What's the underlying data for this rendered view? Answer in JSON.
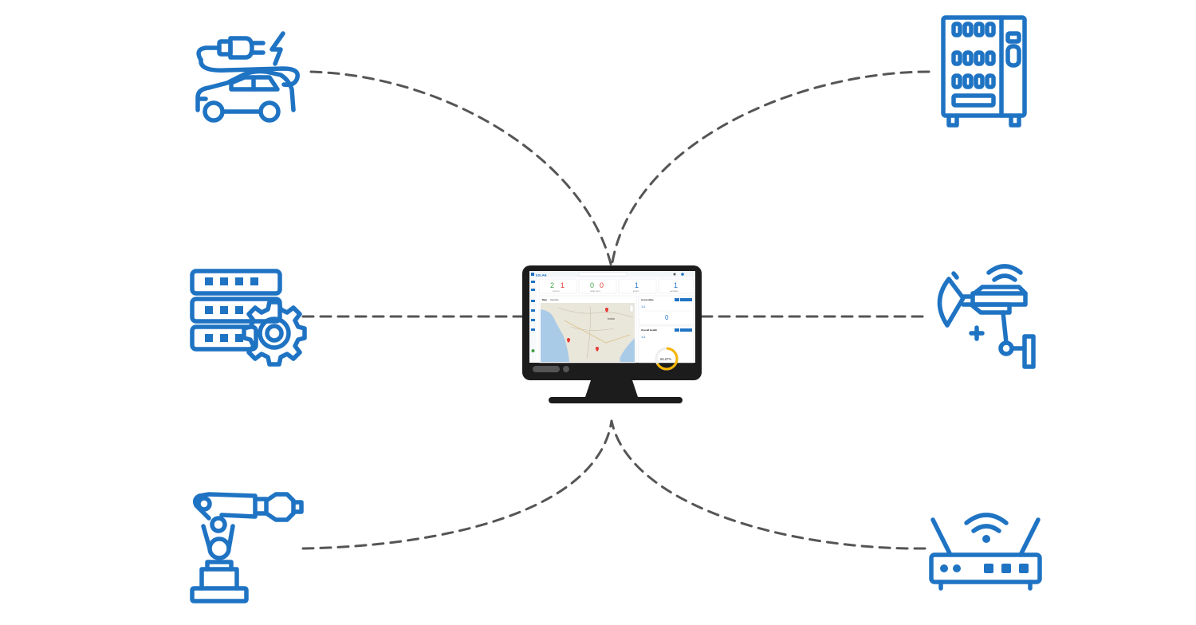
{
  "devices": [
    {
      "id": "ev-charging-car",
      "icon": "ev-car-icon"
    },
    {
      "id": "vending-machine",
      "icon": "vending-machine-icon"
    },
    {
      "id": "server-rack",
      "icon": "server-gear-icon"
    },
    {
      "id": "security-camera",
      "icon": "cctv-camera-icon"
    },
    {
      "id": "robot-arm",
      "icon": "robot-arm-icon"
    },
    {
      "id": "wifi-router",
      "icon": "wifi-router-icon"
    }
  ],
  "colors": {
    "icon": "#1f73c3",
    "connector": "#555555",
    "monitor": "#1c1c1c",
    "screen": "#ffffff",
    "red": "#e53935",
    "green": "#43a047",
    "accent": "#1f73c3",
    "gauge": "#f6b400"
  },
  "dashboard": {
    "brand": "ESLAB",
    "stats": [
      {
        "value_a": "2",
        "value_b": "1",
        "label": "DEVICES"
      },
      {
        "value_a": "0",
        "value_b": "0",
        "label": "DATA POINTS"
      },
      {
        "value_a": "1",
        "value_b": "",
        "label": "ALERTS"
      },
      {
        "value_a": "1",
        "value_b": "",
        "label": "GATEWAYS"
      }
    ],
    "map_tabs": [
      "Map",
      "Satellite"
    ],
    "map_label": "India",
    "panel_1_title": "Accessible",
    "panel_1_value_a": "1/1",
    "panel_1_value_b": "0",
    "panel_2_title": "Overall Health",
    "panel_2_value": "1/1",
    "gauge_value": "66.67%",
    "gauge_fraction": 0.6667
  }
}
